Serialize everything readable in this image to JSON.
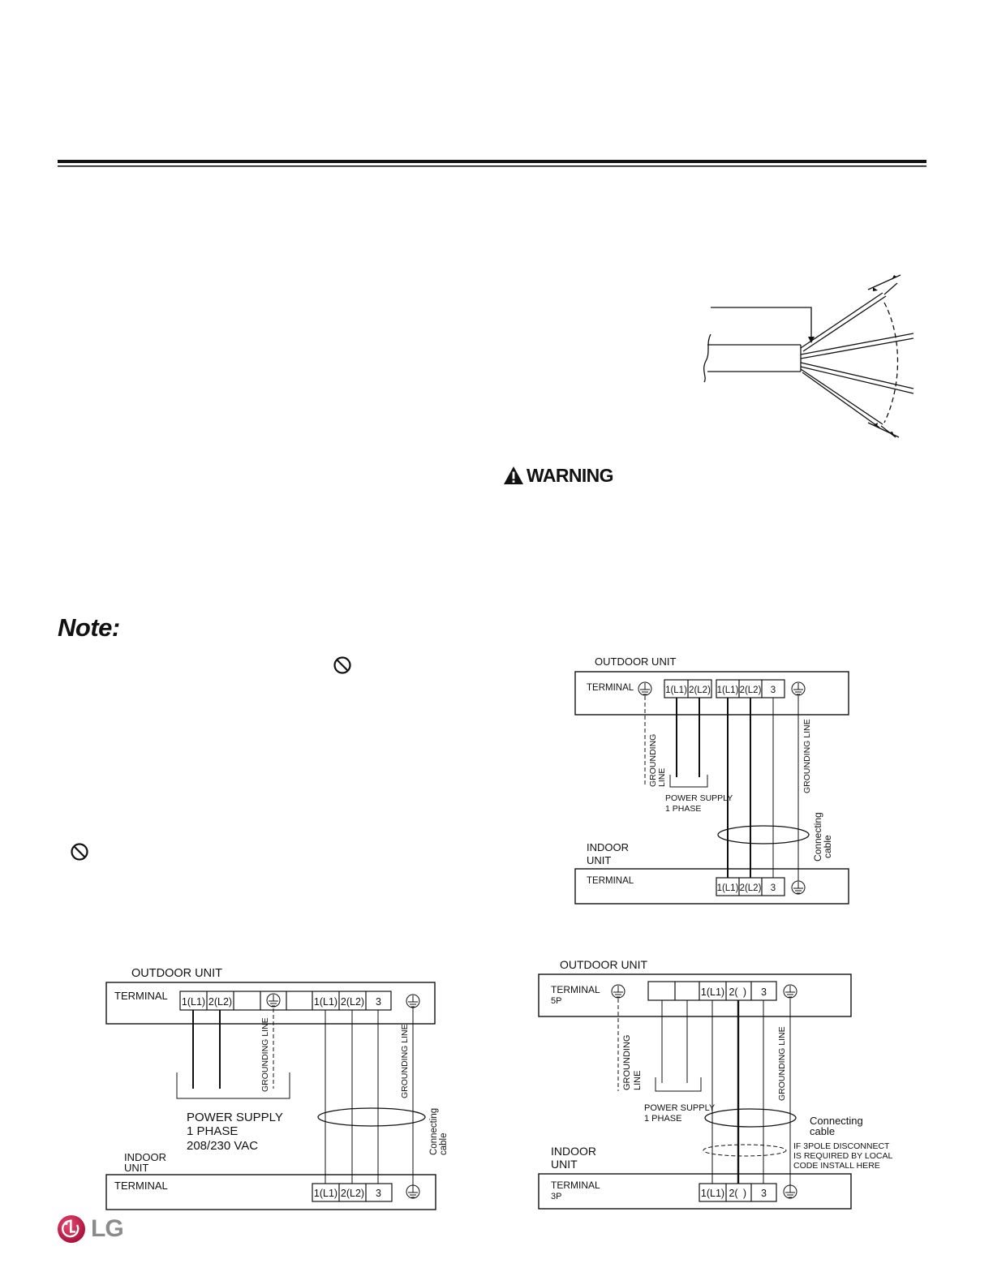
{
  "header": {
    "rule_color": "#111111"
  },
  "note": {
    "title": "Note:"
  },
  "warning": {
    "label": "WARNING"
  },
  "icons": {
    "warning": "warning-triangle-icon",
    "prohibit": "prohibition-icon",
    "logo": "lg-logo-icon"
  },
  "logo": {
    "text": "LG",
    "color": "#b5123c"
  },
  "diagram_a": {
    "outdoor_label": "OUTDOOR UNIT",
    "terminal_label": "TERMINAL",
    "outdoor_terms_left": [
      "1(L1)",
      "2(L2)"
    ],
    "outdoor_terms_right": [
      "1(L1)",
      "2(L2)",
      "3"
    ],
    "grounding_line_left": [
      "GROUNDING",
      "LINE"
    ],
    "grounding_line_right": "GROUNDING LINE",
    "power_supply": [
      "POWER SUPPLY",
      "1 PHASE"
    ],
    "connecting_cable": [
      "Connecting",
      "cable"
    ],
    "indoor_label": [
      "INDOOR",
      "UNIT"
    ],
    "indoor_terminal_label": "TERMINAL",
    "indoor_terms": [
      "1(L1)",
      "2(L2)",
      "3"
    ]
  },
  "diagram_b": {
    "outdoor_label": "OUTDOOR UNIT",
    "terminal_label": "TERMINAL",
    "outdoor_terms_left": [
      "1(L1)",
      "2(L2)"
    ],
    "outdoor_terms_right": [
      "1(L1)",
      "2(L2)",
      "3"
    ],
    "grounding_line": "GROUNDING LINE",
    "grounding_line_right": "GROUNDING LINE",
    "power_supply": [
      "POWER SUPPLY",
      "1 PHASE",
      "208/230 VAC"
    ],
    "connecting_cable": [
      "Connecting",
      "cable"
    ],
    "indoor_label": [
      "INDOOR",
      "UNIT"
    ],
    "indoor_terminal_label": "TERMINAL",
    "indoor_terms": [
      "1(L1)",
      "2(L2)",
      "3"
    ]
  },
  "diagram_c": {
    "outdoor_label": "OUTDOOR UNIT",
    "terminal_label": [
      "TERMINAL",
      "5P"
    ],
    "outdoor_terms": [
      "1(L1)",
      "2(",
      ")",
      "3"
    ],
    "grounding_line_left": [
      "GROUNDING",
      "LINE"
    ],
    "grounding_line_right": "GROUNDING LINE",
    "power_supply": [
      "POWER SUPPLY",
      "1 PHASE"
    ],
    "connecting_cable": [
      "Connecting",
      "cable"
    ],
    "disconnect_note": [
      "IF 3POLE DISCONNECT",
      "IS REQUIRED BY LOCAL",
      "CODE INSTALL HERE"
    ],
    "indoor_label": [
      "INDOOR",
      "UNIT"
    ],
    "indoor_terminal_label": [
      "TERMINAL",
      "3P"
    ],
    "indoor_terms": [
      "1(L1)",
      "2(",
      ")",
      "3"
    ]
  }
}
